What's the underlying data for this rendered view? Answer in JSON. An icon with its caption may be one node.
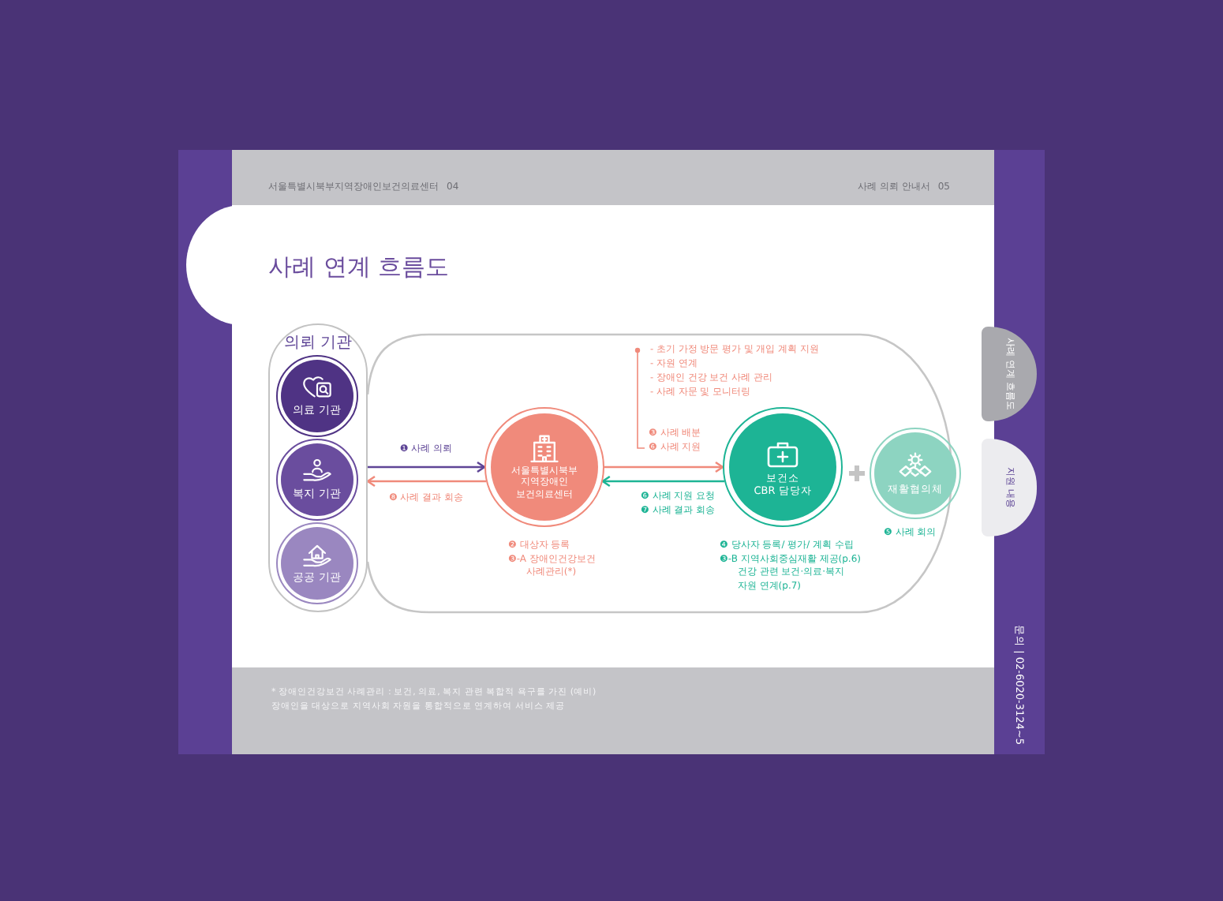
{
  "diagram": {
    "title": "사례 연계 흐름도",
    "nodes": [
      {
        "text": [
          "의뢰 기관"
        ]
      },
      {
        "text": [
          "의료 기관"
        ],
        "in": 0
      },
      {
        "text": [
          "복지 기관"
        ],
        "in": 0
      },
      {
        "text": [
          "공공 기관"
        ],
        "in": 0
      },
      {
        "text": [
          "서울특별시북부 지역장애인 보건의료센터"
        ],
        "beside": [
          "❷ 대상자 등록",
          "❸-A 장애인건강보건 사례관리(*)"
        ]
      },
      {
        "text": [
          "보건소",
          "CBR 담당자"
        ],
        "beside": [
          "❹ 당사자 등록/ 평가/ 계획 수립",
          "❸-B 지역사회중심재활 제공(p.6) 건강 관련 보건·의료·복지 자원 연계(p.7)"
        ]
      },
      {
        "text": [
          "재활협의체"
        ],
        "beside": [
          "❺ 사례 회의"
        ]
      }
    ],
    "edges": [
      {
        "from": 0,
        "to": 4,
        "arrow": "to",
        "label": "❶ 사례 의뢰",
        "color": "#5e4596"
      },
      {
        "from": 4,
        "to": 0,
        "arrow": "to",
        "label": "❽ 사례 결과 회송"
      },
      {
        "from": 4,
        "to": 5,
        "arrow": "to",
        "label": "❸ 사례 배분 ❻ 사례 지원"
      },
      {
        "from": 5,
        "to": 4,
        "arrow": "to",
        "label": "❻ 사례 지원 요청 ❼ 사례 결과 회송",
        "color": "#1db495"
      }
    ],
    "labels": [
      "서울특별시북부지역장애인보건의료센터",
      "04",
      "사례 의뢰 안내서",
      "05",
      "- 초기 가정 방문 평가 및 개입 계획 지원",
      "- 자원 연계",
      "- 장애인 건강 보건 사례 관리",
      "- 사례 자문 및 모니터링",
      "사례 연계 흐름도",
      "지원 내용",
      "문의 | 02-6020-3124~5",
      "* 장애인건강보건 사례관리 : 보건, 의료, 복지 관련 복합적 욕구를 가진 (예비)장애인을 대상으로 지역사회 자원을 통합적으로 연계하여 서비스 제공"
    ]
  }
}
